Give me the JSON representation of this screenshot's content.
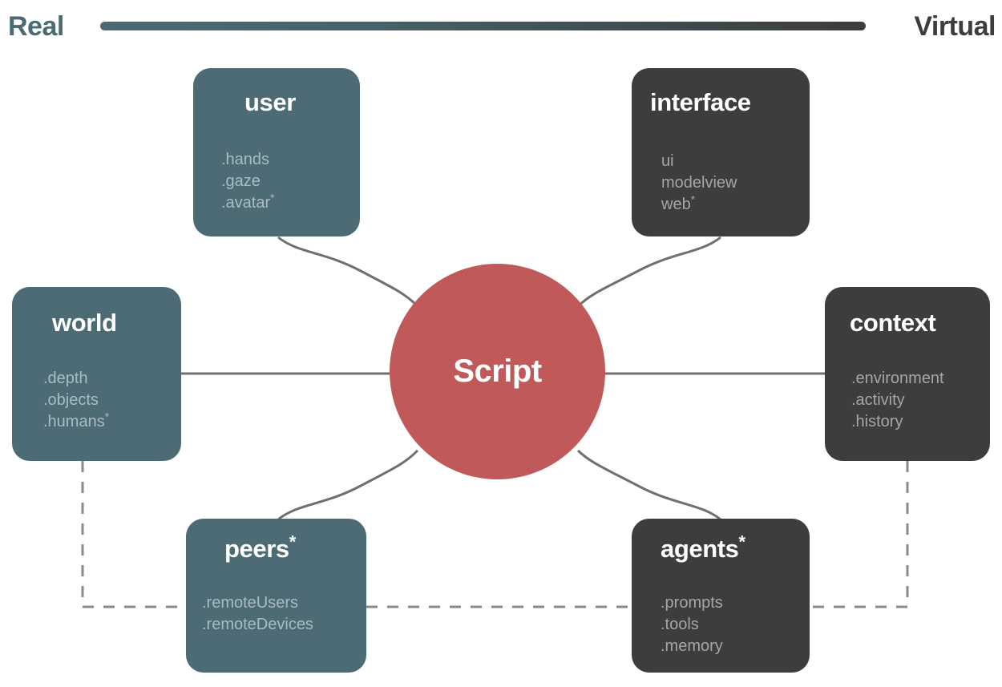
{
  "axis": {
    "left_label": "Real",
    "right_label": "Virtual",
    "left_color": "#4a6b74",
    "right_color": "#3d3d3d"
  },
  "center": {
    "label": "Script",
    "color": "#c05a5a"
  },
  "nodes": {
    "user": {
      "title": "user",
      "title_star": "",
      "side": "real",
      "props": ".hands\n.gaze\n.avatar",
      "props_star": "*"
    },
    "interface": {
      "title": "interface",
      "title_star": "",
      "side": "virtual",
      "props": "ui\nmodelview\nweb",
      "props_star": "*"
    },
    "world": {
      "title": "world",
      "title_star": "",
      "side": "real",
      "props": ".depth\n.objects\n.humans",
      "props_star": "*"
    },
    "context": {
      "title": "context",
      "title_star": "",
      "side": "virtual",
      "props": ".environment\n.activity\n.history",
      "props_star": ""
    },
    "peers": {
      "title": "peers",
      "title_star": "*",
      "side": "real",
      "props": ".remoteUsers\n.remoteDevices",
      "props_star": ""
    },
    "agents": {
      "title": "agents",
      "title_star": "*",
      "side": "virtual",
      "props": ".prompts\n.tools\n.memory",
      "props_star": ""
    }
  },
  "colors": {
    "real_fill": "#4d6b74",
    "virtual_fill": "#3d3d3d",
    "connector": "#6f6f6f",
    "dashed_connector": "#8a8a8a",
    "background": "#ffffff"
  }
}
